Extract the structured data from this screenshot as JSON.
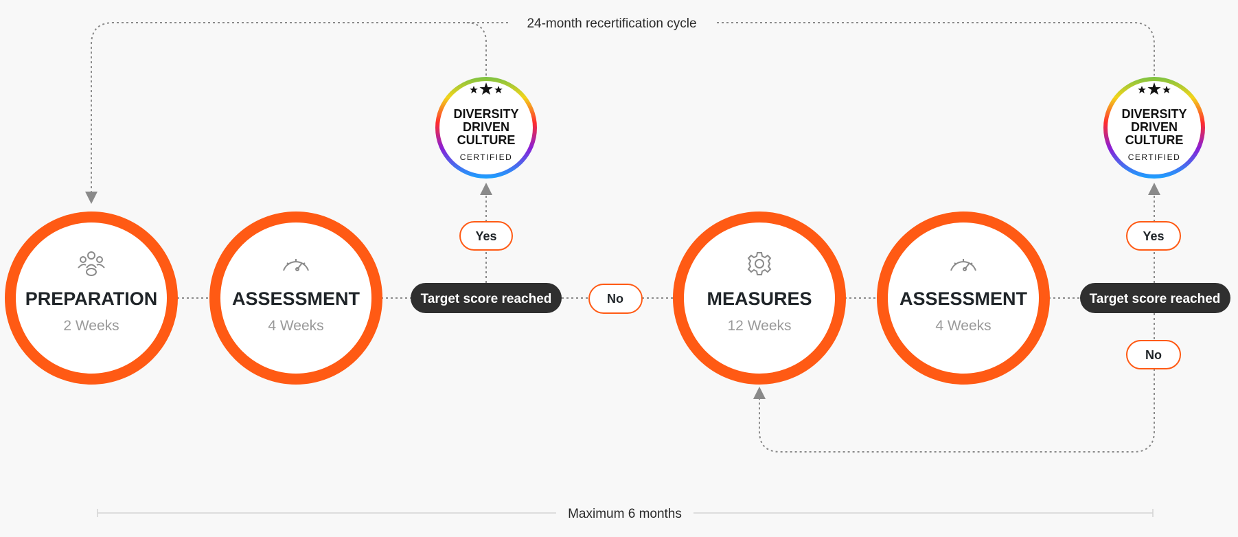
{
  "colors": {
    "background": "#f8f8f8",
    "ring": "#ff5a14",
    "pill_dark": "#2f2f2f",
    "text_dark": "#1f2428",
    "text_muted": "#9a9a9a",
    "connector": "#8a8a8a",
    "rule": "#d4d4d4"
  },
  "cycle_label": "24-month recertification cycle",
  "span_label": "Maximum 6 months",
  "steps": [
    {
      "title": "PREPARATION",
      "duration": "2 Weeks",
      "icon": "people-icon"
    },
    {
      "title": "ASSESSMENT",
      "duration": "4 Weeks",
      "icon": "gauge-icon"
    },
    {
      "title": "MEASURES",
      "duration": "12 Weeks",
      "icon": "gear-icon"
    },
    {
      "title": "ASSESSMENT",
      "duration": "4 Weeks",
      "icon": "gauge-icon"
    }
  ],
  "decisions": [
    {
      "label": "Target score reached",
      "yes_label": "Yes",
      "no_label": "No"
    },
    {
      "label": "Target score reached",
      "yes_label": "Yes",
      "no_label": "No"
    }
  ],
  "badge": {
    "line1": "DIVERSITY",
    "line2": "DRIVEN",
    "line3": "CULTURE",
    "sub": "CERTIFIED",
    "icon": "three-stars-icon"
  }
}
